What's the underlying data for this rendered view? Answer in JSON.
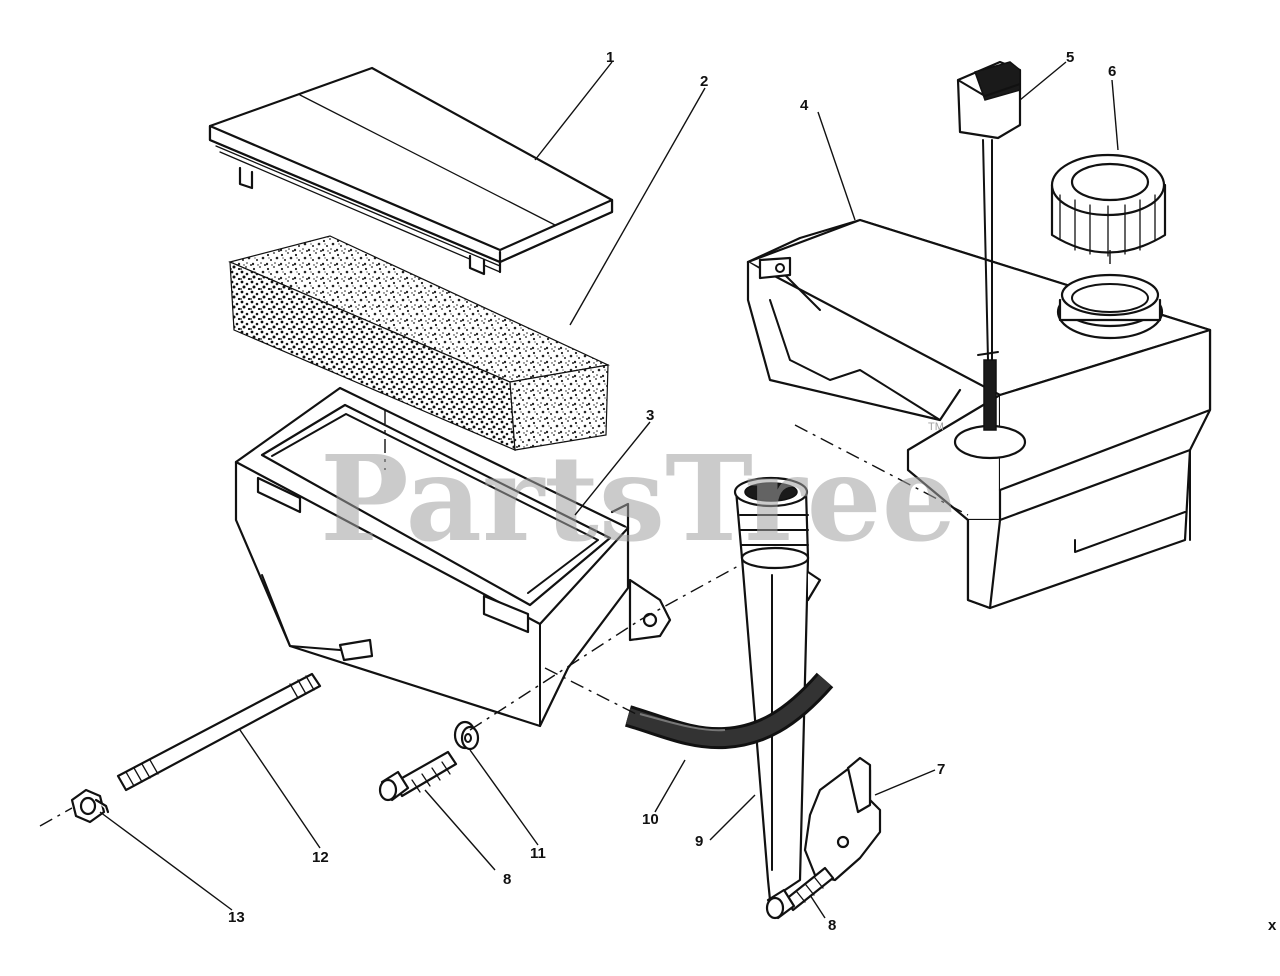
{
  "watermark": {
    "text": "PartsTree",
    "trademark": "TM"
  },
  "callouts": {
    "c1": "1",
    "c2": "2",
    "c3": "3",
    "c4": "4",
    "c5": "5",
    "c6": "6",
    "c7": "7",
    "c8a": "8",
    "c8b": "8",
    "c9": "9",
    "c10": "10",
    "c11": "11",
    "c12": "12",
    "c13": "13"
  },
  "edge_mark": "x"
}
